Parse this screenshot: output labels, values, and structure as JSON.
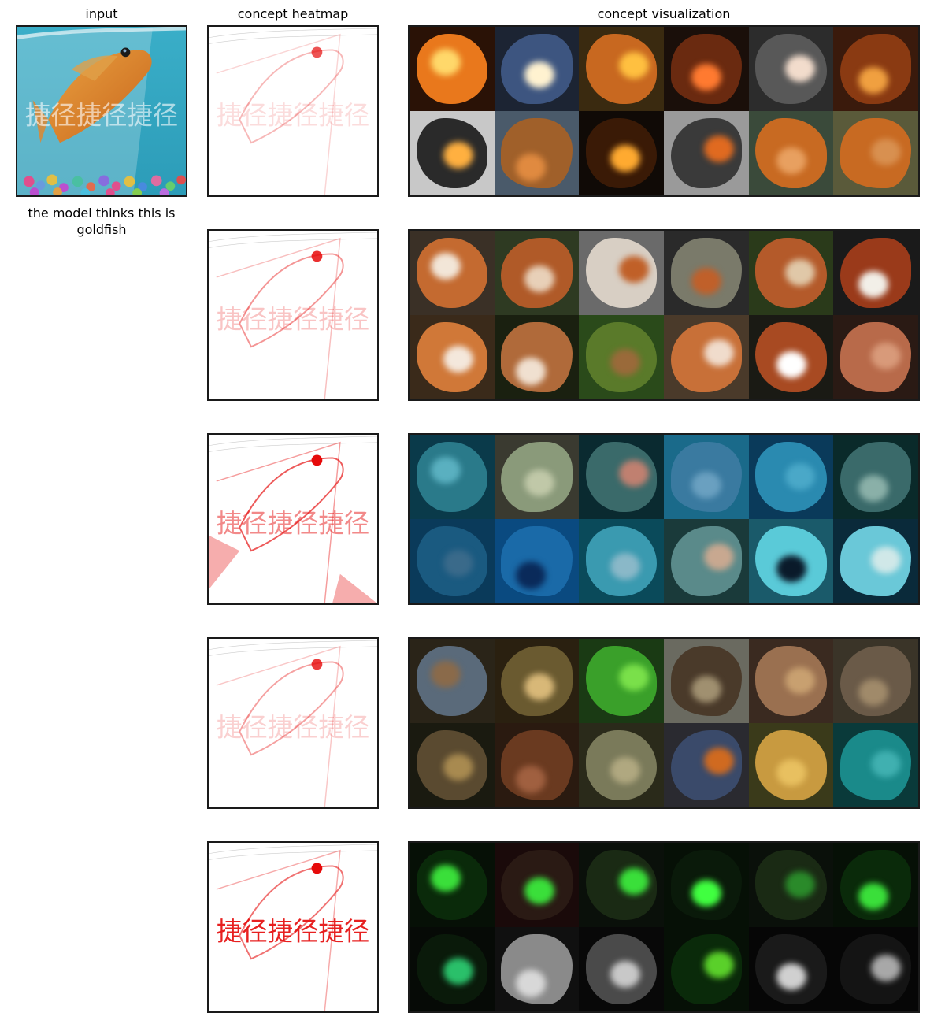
{
  "headers": {
    "input": "input",
    "heatmap": "concept heatmap",
    "visualization": "concept visualization"
  },
  "prediction": {
    "text": "the model thinks this is goldfish"
  },
  "input_image": {
    "subject": "goldfish in aquarium",
    "watermark_text": "捷径捷径捷径"
  },
  "heatmaps": [
    {
      "watermark_text": "捷径捷径捷径",
      "focus": "eye",
      "intensity": 0.3,
      "text_emphasis": 0.15
    },
    {
      "watermark_text": "捷径捷径捷径",
      "focus": "eye",
      "intensity": 0.45,
      "text_emphasis": 0.25
    },
    {
      "watermark_text": "捷径捷径捷径",
      "focus": "edges",
      "intensity": 0.7,
      "text_emphasis": 0.5
    },
    {
      "watermark_text": "捷径捷径捷径",
      "focus": "eye",
      "intensity": 0.4,
      "text_emphasis": 0.2
    },
    {
      "watermark_text": "捷径捷径捷径",
      "focus": "text",
      "intensity": 0.6,
      "text_emphasis": 0.95
    }
  ],
  "concepts": [
    {
      "tiles": [
        {
          "bg": "#2a1206",
          "fg": "#e9781c",
          "spot": "#ffd86a"
        },
        {
          "bg": "#1c2433",
          "fg": "#3d5580",
          "spot": "#fff2d0"
        },
        {
          "bg": "#3a2a10",
          "fg": "#c86820",
          "spot": "#ffc040"
        },
        {
          "bg": "#1a0f0a",
          "fg": "#6a2a10",
          "spot": "#ff7a30"
        },
        {
          "bg": "#2c2c2c",
          "fg": "#585858",
          "spot": "#f2dccc"
        },
        {
          "bg": "#3a1a0c",
          "fg": "#8a3a12",
          "spot": "#f0a040"
        },
        {
          "bg": "#c8c8c8",
          "fg": "#2a2a2a",
          "spot": "#ffb040"
        },
        {
          "bg": "#4a5a6a",
          "fg": "#a0602a",
          "spot": "#e08a40"
        },
        {
          "bg": "#100a06",
          "fg": "#3a1a06",
          "spot": "#ffaa30"
        },
        {
          "bg": "#9a9a9a",
          "fg": "#3a3a3a",
          "spot": "#e06a20"
        },
        {
          "bg": "#3a4a3a",
          "fg": "#c86a22",
          "spot": "#e8a060"
        },
        {
          "bg": "#5a5a3a",
          "fg": "#c86a22",
          "spot": "#d89050"
        }
      ]
    },
    {
      "tiles": [
        {
          "bg": "#3a3026",
          "fg": "#c46a30",
          "spot": "#f2e6d8"
        },
        {
          "bg": "#2e3a22",
          "fg": "#b05a28",
          "spot": "#e8d0b8"
        },
        {
          "bg": "#6a6a6a",
          "fg": "#d8cfc4",
          "spot": "#c06028"
        },
        {
          "bg": "#2a2a2a",
          "fg": "#7a7a6a",
          "spot": "#c0602a"
        },
        {
          "bg": "#2a3a1a",
          "fg": "#b45a2a",
          "spot": "#e0c8a8"
        },
        {
          "bg": "#1a1a1a",
          "fg": "#9a3a1a",
          "spot": "#f2efe8"
        },
        {
          "bg": "#3a2a1a",
          "fg": "#d07838",
          "spot": "#f4e8dc"
        },
        {
          "bg": "#1a2010",
          "fg": "#b06a3a",
          "spot": "#f0e0d0"
        },
        {
          "bg": "#2a4a1a",
          "fg": "#5a7a2a",
          "spot": "#9a6a3a"
        },
        {
          "bg": "#4a3a2a",
          "fg": "#c87038",
          "spot": "#f0dccc"
        },
        {
          "bg": "#1a1a14",
          "fg": "#a84a22",
          "spot": "#ffffff"
        },
        {
          "bg": "#2a1a14",
          "fg": "#b86a4a",
          "spot": "#d89a7a"
        }
      ]
    },
    {
      "tiles": [
        {
          "bg": "#0a3a4a",
          "fg": "#2a7a8a",
          "spot": "#5ab0c0"
        },
        {
          "bg": "#3a3a30",
          "fg": "#8a9a7a",
          "spot": "#c0c8a8"
        },
        {
          "bg": "#0a2a30",
          "fg": "#3a6a6a",
          "spot": "#c08070"
        },
        {
          "bg": "#1a6a8a",
          "fg": "#3a7aa0",
          "spot": "#6aa0c0"
        },
        {
          "bg": "#0a3a5a",
          "fg": "#2a8ab0",
          "spot": "#4aa8c8"
        },
        {
          "bg": "#0a2a2a",
          "fg": "#3a6a6a",
          "spot": "#8ab0a8"
        },
        {
          "bg": "#0a3a5a",
          "fg": "#1a5a80",
          "spot": "#3a6a8a"
        },
        {
          "bg": "#0a4a80",
          "fg": "#1a6aa8",
          "spot": "#0a2a5a"
        },
        {
          "bg": "#0a4a5a",
          "fg": "#3a9ab0",
          "spot": "#8ab8c8"
        },
        {
          "bg": "#1a3a3a",
          "fg": "#5a8a8a",
          "spot": "#c8a890"
        },
        {
          "bg": "#1a5a6a",
          "fg": "#5acad8",
          "spot": "#0a1a2a"
        },
        {
          "bg": "#0a2a3a",
          "fg": "#6ac8d8",
          "spot": "#d0e8e8"
        }
      ]
    },
    {
      "tiles": [
        {
          "bg": "#2a2418",
          "fg": "#5a6a7a",
          "spot": "#8a6a4a"
        },
        {
          "bg": "#2a2010",
          "fg": "#6a5a30",
          "spot": "#d8b878"
        },
        {
          "bg": "#1a3a14",
          "fg": "#3aa02a",
          "spot": "#7ae04a"
        },
        {
          "bg": "#6a6a60",
          "fg": "#4a3a2a",
          "spot": "#a09070"
        },
        {
          "bg": "#3a2a20",
          "fg": "#9a7050",
          "spot": "#c8a070"
        },
        {
          "bg": "#3a3428",
          "fg": "#6a5a48",
          "spot": "#a08a6a"
        },
        {
          "bg": "#1a1a10",
          "fg": "#5a4a30",
          "spot": "#a88a50"
        },
        {
          "bg": "#2a1a10",
          "fg": "#6a3a20",
          "spot": "#a06040"
        },
        {
          "bg": "#2a2a1a",
          "fg": "#7a7a5a",
          "spot": "#b0a880"
        },
        {
          "bg": "#2a2a30",
          "fg": "#3a4a6a",
          "spot": "#d06a20"
        },
        {
          "bg": "#3a3a1a",
          "fg": "#c89a40",
          "spot": "#e8c060"
        },
        {
          "bg": "#0a3a3a",
          "fg": "#1a8a8a",
          "spot": "#40b0b0"
        }
      ]
    },
    {
      "tiles": [
        {
          "bg": "#061006",
          "fg": "#0a2a0a",
          "spot": "#3adf3a"
        },
        {
          "bg": "#1a0a0a",
          "fg": "#2a1a14",
          "spot": "#3adf3a"
        },
        {
          "bg": "#0a100a",
          "fg": "#1a2a14",
          "spot": "#3adf3a"
        },
        {
          "bg": "#061006",
          "fg": "#0a1a0a",
          "spot": "#40ff40"
        },
        {
          "bg": "#0a100a",
          "fg": "#1a2a14",
          "spot": "#2a8a2a"
        },
        {
          "bg": "#061006",
          "fg": "#0a2a0a",
          "spot": "#3adf3a"
        },
        {
          "bg": "#060a06",
          "fg": "#0a1a0a",
          "spot": "#2ac06a"
        },
        {
          "bg": "#101010",
          "fg": "#8a8a8a",
          "spot": "#d8d8d8"
        },
        {
          "bg": "#080808",
          "fg": "#4a4a4a",
          "spot": "#c8c8c8"
        },
        {
          "bg": "#061006",
          "fg": "#0a2a0a",
          "spot": "#5ad02a"
        },
        {
          "bg": "#060606",
          "fg": "#1a1a1a",
          "spot": "#d0d0d0"
        },
        {
          "bg": "#060606",
          "fg": "#141414",
          "spot": "#a8a8a8"
        }
      ]
    }
  ]
}
